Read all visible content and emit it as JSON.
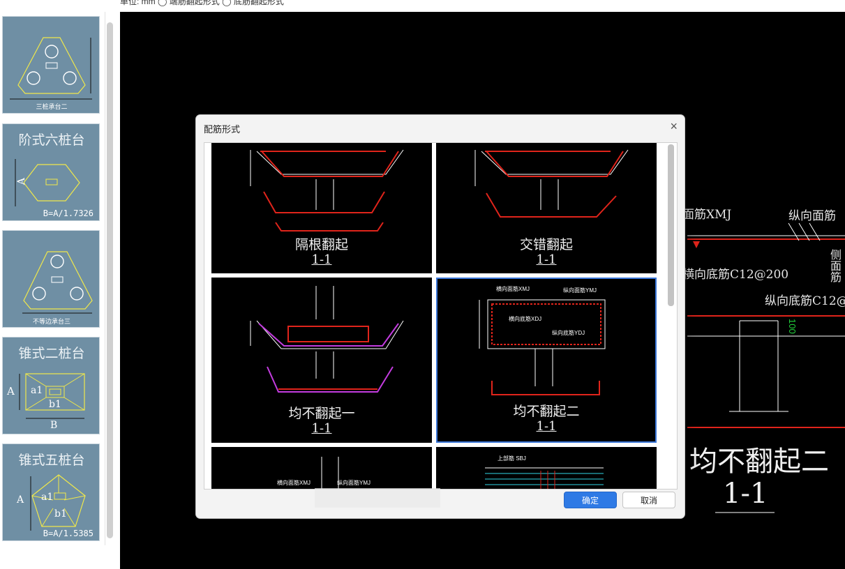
{
  "header": {
    "unit_text": "单位: mm ◯ 端筋翻起形式 ◯ 底筋翻起形式"
  },
  "left_panel": {
    "items": [
      {
        "title": "",
        "caption": "三桩承台二",
        "footer": ""
      },
      {
        "title": "阶式六桩台",
        "caption": "",
        "footer": "B=A/1.7326"
      },
      {
        "title": "",
        "caption": "不等边承台三",
        "footer": ""
      },
      {
        "title": "锥式二桩台",
        "caption": "",
        "footer": ""
      },
      {
        "title": "锥式五桩台",
        "caption": "",
        "footer": "B=A/1.5385"
      }
    ],
    "labels": {
      "a": "A",
      "b": "B",
      "a1": "a1",
      "b1": "b1"
    }
  },
  "cad": {
    "labels": {
      "face_top_left": "面筋XMJ",
      "face_top_right": "纵向面筋",
      "bottom_horizontal": "横向底筋C12@200",
      "bottom_longitudinal": "纵向底筋C12@",
      "side": "侧面筋",
      "dim": "100",
      "title": "均不翻起二",
      "section": "1-1"
    }
  },
  "dialog": {
    "title": "配筋形式",
    "close": "×",
    "options": [
      {
        "label": "隔根翻起",
        "section": "1-1",
        "selected": false
      },
      {
        "label": "交错翻起",
        "section": "1-1",
        "selected": false
      },
      {
        "label": "均不翻起一",
        "section": "1-1",
        "selected": false
      },
      {
        "label": "均不翻起二",
        "section": "1-1",
        "selected": true
      },
      {
        "label": "",
        "section": "",
        "selected": false
      },
      {
        "label": "",
        "section": "",
        "selected": false
      }
    ],
    "rebar_text": {
      "h_face": "横向面筋XMJ",
      "v_face": "纵向面筋YMJ",
      "h_bottom": "横向底筋XDJ",
      "v_bottom": "纵向底筋YDJ",
      "top": "上部筋 SBJ"
    },
    "ok": "确定",
    "cancel": "取消"
  },
  "colors": {
    "cad_bg": "#000000",
    "rebar_red": "#e0241b",
    "label_green": "#22d33c",
    "accent_blue": "#2f7ae5",
    "thumb_bg": "#6f8fa4"
  }
}
